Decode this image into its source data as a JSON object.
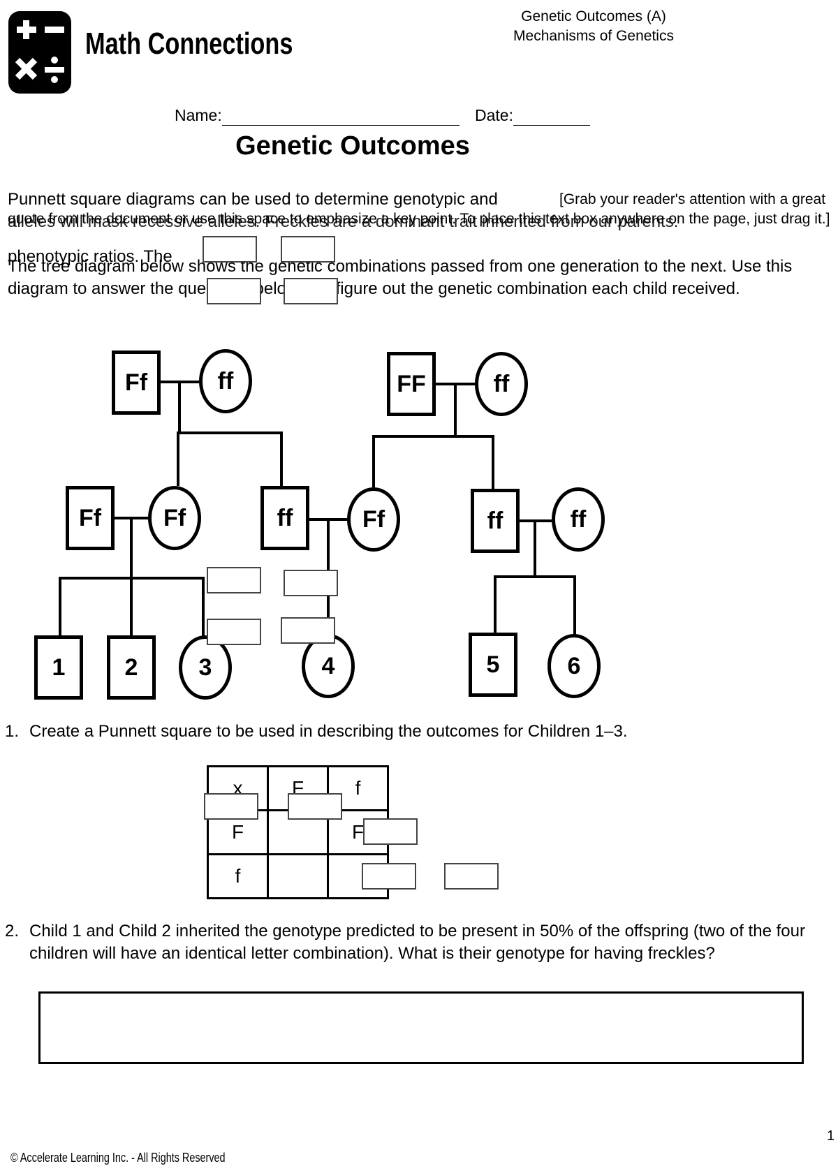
{
  "header": {
    "logo_text": "Math Connections",
    "doc_title": "Genetic Outcomes (A)",
    "doc_subtitle": "Mechanisms of Genetics"
  },
  "form": {
    "name_label": "Name:",
    "date_label": "Date:"
  },
  "title": "Genetic Outcomes",
  "intro": {
    "line1": "Punnett square diagrams can be used to determine genotypic and",
    "line2_fragment": "alleles will mask recessive alleles. Freckles are a dominant trait inherited from our parents.",
    "line3_fragment": "phenotypic ratios. The",
    "para2": "The tree diagram below shows the genetic combinations passed from one generation to the next. Use this diagram to answer the questions below and figure out the genetic combination each child received."
  },
  "placeholder": {
    "text": "[Grab your reader's attention with a great quote from the document or use this space to emphasize a key point. To place this text box anywhere on the page, just drag it.]"
  },
  "pedigree": {
    "gen1": [
      "Ff",
      "ff",
      "FF",
      "ff"
    ],
    "gen2": [
      "Ff",
      "Ff",
      "ff",
      "Ff",
      "ff",
      "ff"
    ],
    "children": [
      "1",
      "2",
      "3",
      "4",
      "5",
      "6"
    ]
  },
  "questions": {
    "q1_num": "1.",
    "q1": "Create a Punnett square to be used in describing the outcomes for Children 1–3.",
    "q2_num": "2.",
    "q2": "Child 1 and Child 2 inherited the genotype predicted to be present in 50% of the offspring (two of the four children will have an identical letter combination). What is their genotype for having freckles?"
  },
  "punnett": {
    "header": [
      "x",
      "F",
      "f"
    ],
    "rows": [
      [
        "F",
        "",
        "F"
      ],
      [
        "f",
        "",
        ""
      ]
    ]
  },
  "footer": {
    "copyright": "© Accelerate Learning Inc. - All Rights Reserved",
    "page": "1"
  }
}
